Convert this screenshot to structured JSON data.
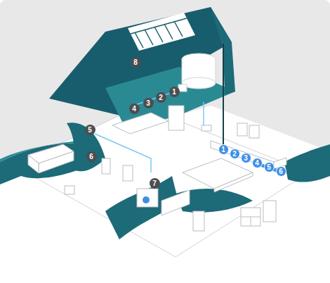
{
  "diagram": {
    "labels": [
      "8",
      "4",
      "3",
      "2",
      "1",
      "5",
      "1",
      "2",
      "3",
      "4",
      "5",
      "6",
      "6",
      "7"
    ]
  }
}
